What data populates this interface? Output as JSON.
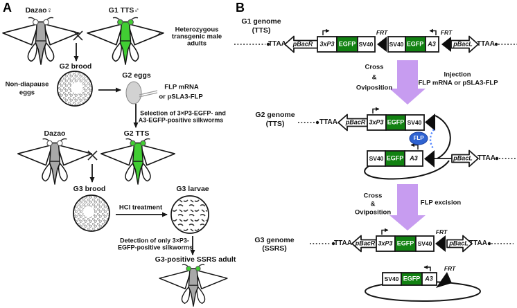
{
  "colors": {
    "egfp_green": "#128212",
    "moth_green": "#41cd33",
    "moth_gray": "#a8a8a8",
    "flp_blue": "#2f63d1",
    "arrow_purple": "#c79cf0"
  },
  "panel_a": {
    "label": "A",
    "cross1_female": "Dazao♀",
    "cross1_male": "G1 TTS♂",
    "hetero": [
      "Heterozygous",
      "transgenic male",
      "adults"
    ],
    "g2_brood": "G2 brood",
    "non_diapause": [
      "Non-diapause",
      "eggs"
    ],
    "g2_eggs": "G2 eggs",
    "injection": [
      "FLP mRNA",
      "or pSLA3-FLP"
    ],
    "selection": [
      "Selection of 3×P3-EGFP- and",
      "A3-EGFP-positive silkworms"
    ],
    "g2_tts": "G2 TTS",
    "cross2_female": "Dazao",
    "g3_brood": "G3 brood",
    "hcl": "HCl treatment",
    "g3_larvae": "G3 larvae",
    "detection": [
      "Detection of only 3×P3-",
      "EGFP-positive silkworms"
    ],
    "g3_adult": "G3-positive SSRS adult"
  },
  "panel_b": {
    "label": "B",
    "g1_genome": [
      "G1 genome",
      "(TTS)"
    ],
    "g2_genome": [
      "G2 genome",
      "(TTS)"
    ],
    "g3_genome": [
      "G3 genome",
      "(SSRS)"
    ],
    "ttaa": "TTAA",
    "pbacr": "pBacR",
    "pbacl": "pBacL",
    "p3": "3xP3",
    "egfp": "EGFP",
    "sv40": "SV40",
    "a3": "A3",
    "frt": "FRT",
    "flp": "FLP",
    "cross": [
      "Cross",
      "&",
      "Oviposition"
    ],
    "injection": [
      "Injection",
      "FLP mRNA or pSLA3-FLP"
    ],
    "excision": "FLP excision"
  }
}
